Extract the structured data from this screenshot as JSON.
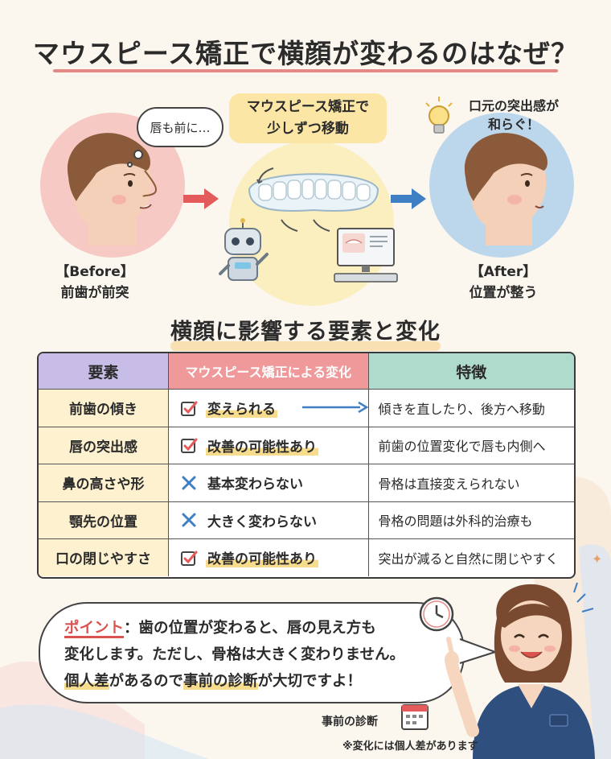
{
  "title": "マウスピース矯正で横顔が変わるのはなぜ？",
  "illustration": {
    "thought_bubble": "唇も前に…",
    "center_note_line1": "マウスピース矯正で",
    "center_note_line2": "少しずつ移動",
    "after_note_line1": "口元の突出感が",
    "after_note_line2": "和らぐ！",
    "before_caption_line1": "【Before】",
    "before_caption_line2": "前歯が前突",
    "after_caption_line1": "【After】",
    "after_caption_line2": "位置が整う"
  },
  "section_title": "横顔に影響する要素と変化",
  "table": {
    "headers": [
      "要素",
      "マウスピース矯正による変化",
      "特徴"
    ],
    "rows": [
      {
        "element": "前歯の傾き",
        "mark": "check",
        "change": "変えられる",
        "feature": "傾きを直したり、後方へ移動"
      },
      {
        "element": "唇の突出感",
        "mark": "check",
        "change": "改善の可能性あり",
        "feature": "前歯の位置変化で唇も内側へ"
      },
      {
        "element": "鼻の高さや形",
        "mark": "cross",
        "change": "基本変わらない",
        "feature": "骨格は直接変えられない"
      },
      {
        "element": "顎先の位置",
        "mark": "cross",
        "change": "大きく変わらない",
        "feature": "骨格の問題は外科的治療も"
      },
      {
        "element": "口の閉じやすさ",
        "mark": "check",
        "change": "改善の可能性あり",
        "feature": "突出が減ると自然に閉じやすく"
      }
    ]
  },
  "speech": {
    "point_label": "ポイント",
    "line1_rest": "：歯の位置が変わると、唇の見え方も",
    "line2": "変化します。ただし、骨格は大きく変わりません。",
    "line3_a": "個人差",
    "line3_b": "があるので",
    "line3_c": "事前の診断",
    "line3_d": "が大切ですよ！"
  },
  "calendar_label": "事前の診断",
  "footnote": "※変化には個人差があります",
  "colors": {
    "accent_red": "#e35b5b",
    "accent_blue": "#3f7fc4",
    "header_purple": "#c8bde6",
    "header_pink": "#f0999a",
    "header_green": "#aedbcc",
    "row_label_bg": "#fdf1cf"
  }
}
